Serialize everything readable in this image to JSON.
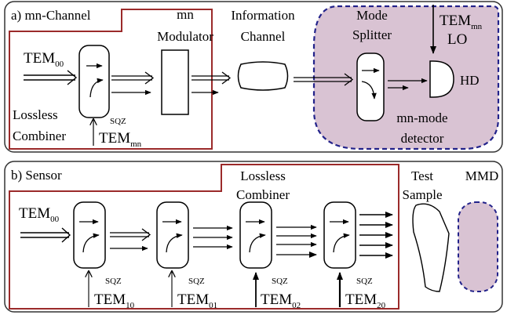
{
  "panel_a": {
    "label": "a) mn-Channel",
    "modulator": {
      "line1": "mn",
      "line2": "Modulator"
    },
    "channel": {
      "line1": "Information",
      "line2": "Channel"
    },
    "splitter": {
      "line1": "Mode",
      "line2": "Splitter"
    },
    "input": {
      "base": "TEM",
      "sub": "00"
    },
    "combiner": {
      "line1": "Lossless",
      "line2": "Combiner"
    },
    "sqz_input": {
      "sup": "SQZ",
      "base": "TEM",
      "sub": "mn"
    },
    "lo": {
      "base": "TEM",
      "sub": "mn",
      "line2": "LO"
    },
    "hd": "HD",
    "detector": {
      "line1": "mn-mode",
      "line2": "detector"
    }
  },
  "panel_b": {
    "label": "b) Sensor",
    "combiner": {
      "line1": "Lossless",
      "line2": "Combiner"
    },
    "test_sample": {
      "line1": "Test",
      "line2": "Sample"
    },
    "mmd": "MMD",
    "input": {
      "base": "TEM",
      "sub": "00"
    },
    "sqz_inputs": [
      {
        "sup": "SQZ",
        "base": "TEM",
        "sub": "10"
      },
      {
        "sup": "SQZ",
        "base": "TEM",
        "sub": "01"
      },
      {
        "sup": "SQZ",
        "base": "TEM",
        "sub": "02"
      },
      {
        "sup": "SQZ",
        "base": "TEM",
        "sub": "20"
      }
    ]
  },
  "colors": {
    "outline": "#333333",
    "red_box": "#9b2a2a",
    "detector_fill": "#d9c3d3",
    "dash_border": "#22228a"
  }
}
